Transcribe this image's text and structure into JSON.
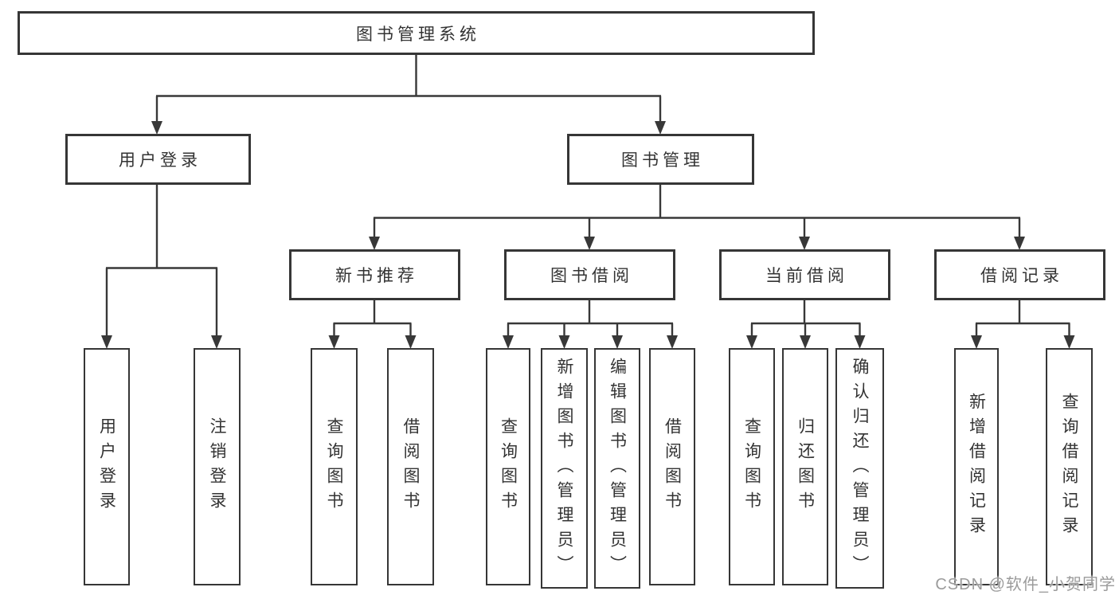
{
  "diagram": {
    "title": "图书管理系统",
    "watermark": "CSDN @软件_小贺同学",
    "colors": {
      "line": "#383838",
      "border": "#363636",
      "text": "#333333",
      "background": "#ffffff",
      "watermark": "#9b9b9b"
    },
    "nodes": {
      "root": {
        "label": "图书管理系统"
      },
      "user_login": {
        "label": "用户登录"
      },
      "book_mgmt": {
        "label": "图书管理"
      },
      "login": {
        "label": "用户登录"
      },
      "logout": {
        "label": "注销登录"
      },
      "new_book_rec": {
        "label": "新书推荐"
      },
      "book_borrow": {
        "label": "图书借阅"
      },
      "current_borrow": {
        "label": "当前借阅"
      },
      "borrow_record": {
        "label": "借阅记录"
      },
      "nbr_query": {
        "label": "查询图书"
      },
      "nbr_borrow": {
        "label": "借阅图书"
      },
      "bb_query": {
        "label": "查询图书"
      },
      "bb_add": {
        "label": "新增图书（管理员）"
      },
      "bb_edit": {
        "label": "编辑图书（管理员）"
      },
      "bb_borrow": {
        "label": "借阅图书"
      },
      "cb_query": {
        "label": "查询图书"
      },
      "cb_return": {
        "label": "归还图书"
      },
      "cb_confirm": {
        "label": "确认归还（管理员）"
      },
      "br_add": {
        "label": "新增借阅记录"
      },
      "br_query": {
        "label": "查询借阅记录"
      }
    }
  }
}
